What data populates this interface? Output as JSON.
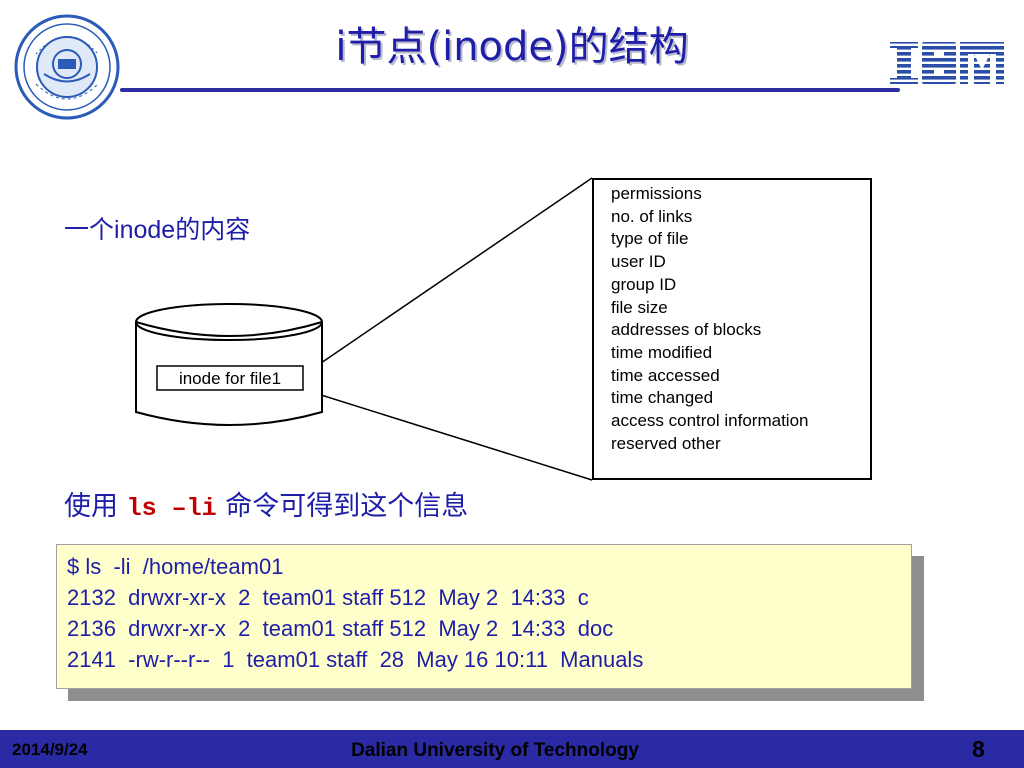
{
  "header": {
    "title": "i节点(inode)的结构",
    "logo_left": "dalian-university-seal-icon",
    "logo_right": "ibm-logo-icon"
  },
  "intro": {
    "prefix": "一个",
    "latin": "inode",
    "suffix": "的内容"
  },
  "diagram": {
    "disk_label": "inode for file1",
    "fields": [
      "permissions",
      "no. of links",
      "type of file",
      "user ID",
      "group ID",
      "file size",
      "addresses of blocks",
      "time modified",
      "time accessed",
      "time changed",
      "access control information",
      "reserved other"
    ]
  },
  "command": {
    "prefix": "使用 ",
    "code": "ls –li",
    "suffix": " 命令可得到这个信息"
  },
  "terminal": {
    "lines": [
      "$ ls  -li  /home/team01",
      "2132  drwxr-xr-x  2  team01 staff 512  May 2  14:33  c",
      "2136  drwxr-xr-x  2  team01 staff 512  May 2  14:33  doc",
      "2141  -rw-r--r--  1  team01 staff  28  May 16 10:11  Manuals"
    ]
  },
  "footer": {
    "date": "2014/9/24",
    "school": "Dalian University of Technology",
    "page": "8"
  },
  "colors": {
    "accent": "#2a2aa4",
    "title": "#1e1ea8",
    "code": "#c00000",
    "terminal_bg": "#ffffcc"
  }
}
